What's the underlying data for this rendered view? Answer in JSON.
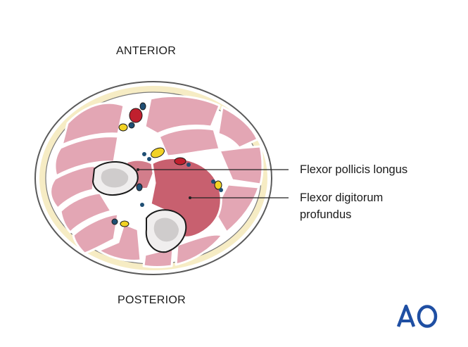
{
  "orientation": {
    "top": "ANTERIOR",
    "bottom": "POSTERIOR"
  },
  "labels": {
    "flexor_pollicis_longus": "Flexor pollicis longus",
    "flexor_digitorum_profundus": "Flexor digitorum profundus"
  },
  "logo": {
    "text": "AO",
    "color": "#1f4fa3"
  },
  "colors": {
    "skin_outline": "#5a5a5a",
    "fat_layer": "#f6ecc4",
    "muscle": "#e3a6b4",
    "highlighted_muscle": "#c8606f",
    "highlighted_muscle_2": "#d27d8b",
    "bone": "#f0eeee",
    "marrow": "#cfcccc",
    "artery": "#c0202e",
    "vein": "#1f4f74",
    "nerve": "#f2d224",
    "leader_line": "#222222"
  }
}
